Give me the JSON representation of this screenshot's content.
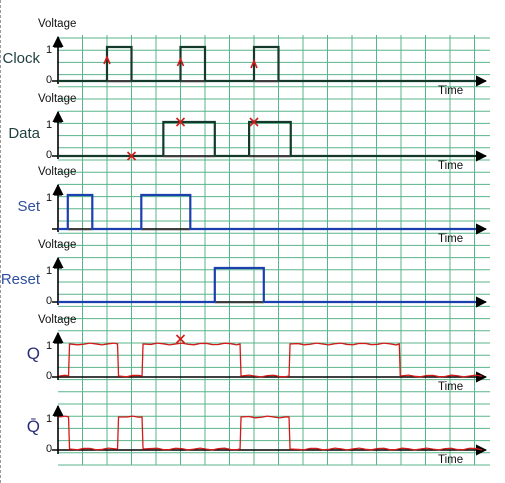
{
  "colors": {
    "grid": "#58b58a",
    "axis": "#000000",
    "clock_label": "#1f3f3f",
    "set_reset": "#2f4f9f",
    "trace_dark": "#143a2c",
    "trace_blue": "#1c3fb0",
    "handdrawn": "#d31a1a"
  },
  "common": {
    "voltage_label": "Voltage",
    "time_label": "Time",
    "tick_high": "1",
    "tick_low": "0"
  },
  "panels": [
    {
      "label": "Clock",
      "pulses": [
        [
          2,
          3
        ],
        [
          5,
          6
        ],
        [
          8,
          9
        ]
      ],
      "color": "trace_dark",
      "handdrawn": false,
      "tick_high": true,
      "tick_low": true,
      "y_label": true,
      "time_label": true
    },
    {
      "label": "Data",
      "pulses": [
        [
          4.3,
          6.4
        ],
        [
          7.8,
          9.5
        ]
      ],
      "color": "trace_dark",
      "handdrawn": false,
      "tick_high": true,
      "tick_low": true,
      "y_label": true,
      "time_label": true
    },
    {
      "label": "Set",
      "pulses": [
        [
          0.4,
          1.4
        ],
        [
          3.4,
          5.4
        ]
      ],
      "color": "trace_blue",
      "handdrawn": false,
      "tick_high": true,
      "tick_low": false,
      "y_label": true,
      "time_label": true
    },
    {
      "label": "Reset",
      "pulses": [
        [
          6.4,
          8.4
        ]
      ],
      "color": "trace_blue",
      "handdrawn": false,
      "tick_high": true,
      "tick_low": true,
      "y_label": true,
      "time_label": false
    },
    {
      "label": "Q",
      "pulses": [
        [
          0.4,
          2.4
        ],
        [
          3.4,
          7.4
        ],
        [
          9.4,
          14
        ]
      ],
      "color": "handdrawn",
      "handdrawn": true,
      "tick_high": true,
      "tick_low": true,
      "y_label": true,
      "time_label": true
    },
    {
      "label": "Q̄",
      "pulses": [
        [
          -1,
          0.4
        ],
        [
          2.4,
          3.4
        ],
        [
          7.4,
          9.4
        ]
      ],
      "color": "handdrawn",
      "handdrawn": true,
      "tick_high": true,
      "tick_low": true,
      "y_label": false,
      "time_label": true
    }
  ]
}
